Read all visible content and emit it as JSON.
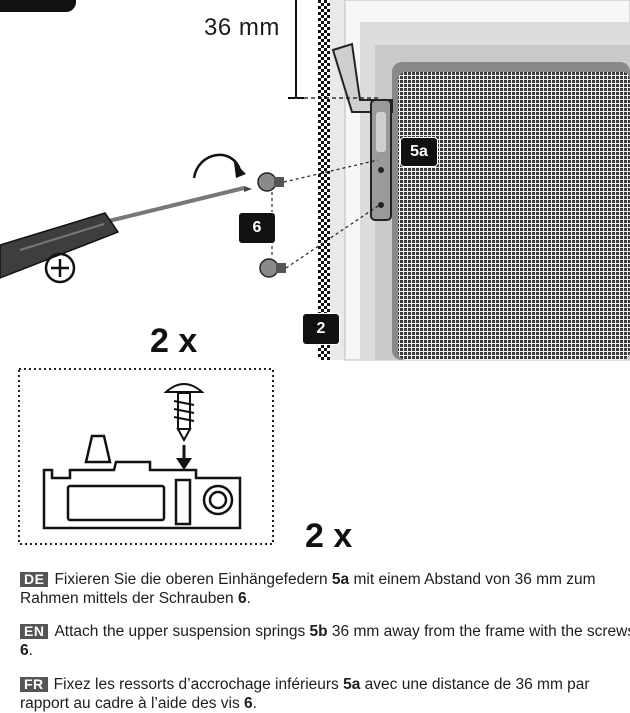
{
  "illustration": {
    "measurement_label": "36 mm",
    "callouts": {
      "spring": "5a",
      "screws": "6",
      "frame": "2"
    },
    "quantity_top": "2 x",
    "quantity_bottom": "2 x"
  },
  "instructions": {
    "de": {
      "lang": "DE",
      "text_1": "Fixieren Sie die oberen Einhängefedern ",
      "ref_1": "5a",
      "text_2": " mit einem Abstand von 36 mm zum Rahmen mittels der Schrauben ",
      "ref_2": "6",
      "text_3": "."
    },
    "en": {
      "lang": "EN",
      "text_1": "Attach the upper suspension springs ",
      "ref_1": "5b",
      "text_2": " 36 mm away from the frame with the screws ",
      "ref_2": "6",
      "text_3": "."
    },
    "fr": {
      "lang": "FR",
      "text_1": "Fixez les ressorts d’accrochage inférieurs ",
      "ref_1": "5a",
      "text_2": " avec une distance de 36 mm par rapport au cadre à l’aide des vis ",
      "ref_2": "6",
      "text_3": "."
    }
  }
}
